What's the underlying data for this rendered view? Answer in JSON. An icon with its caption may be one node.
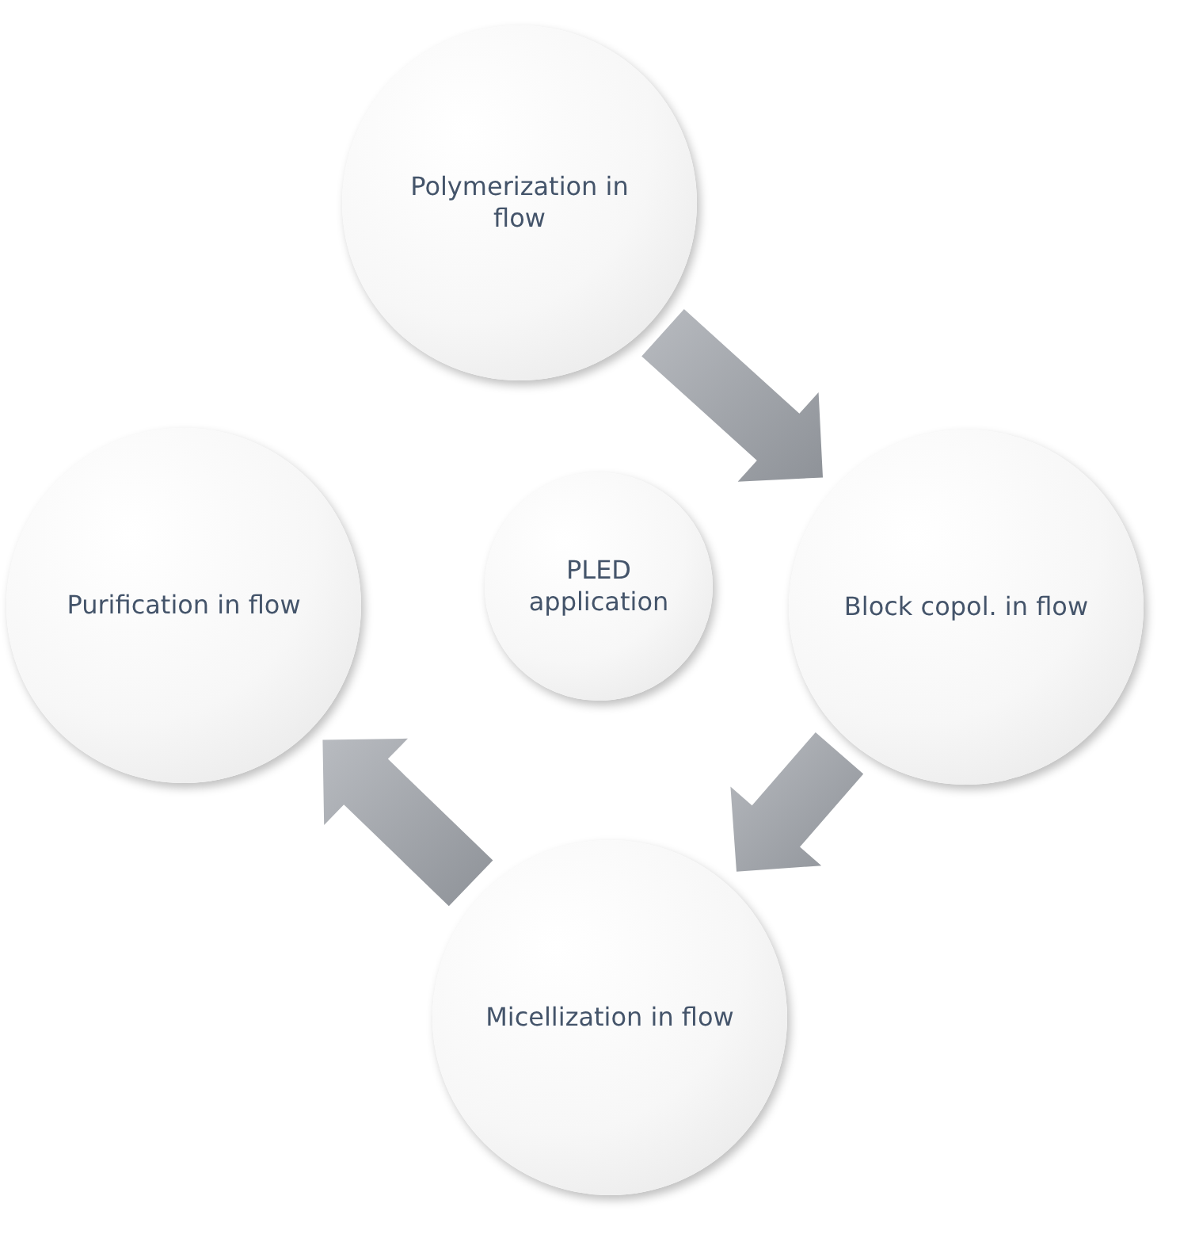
{
  "diagram": {
    "nodes": [
      {
        "text": [
          "Polymerization in flow"
        ]
      },
      {
        "text": [
          "Block copol. in flow"
        ]
      },
      {
        "text": [
          "Micellization in flow"
        ]
      },
      {
        "text": [
          "Purification in flow"
        ]
      },
      {
        "text": [
          "PLED application"
        ]
      }
    ],
    "edges": [
      {
        "from": 0,
        "to": 1,
        "arrow": "to"
      },
      {
        "from": 1,
        "to": 2,
        "arrow": "to"
      },
      {
        "from": 2,
        "to": 3,
        "arrow": "to"
      }
    ]
  }
}
